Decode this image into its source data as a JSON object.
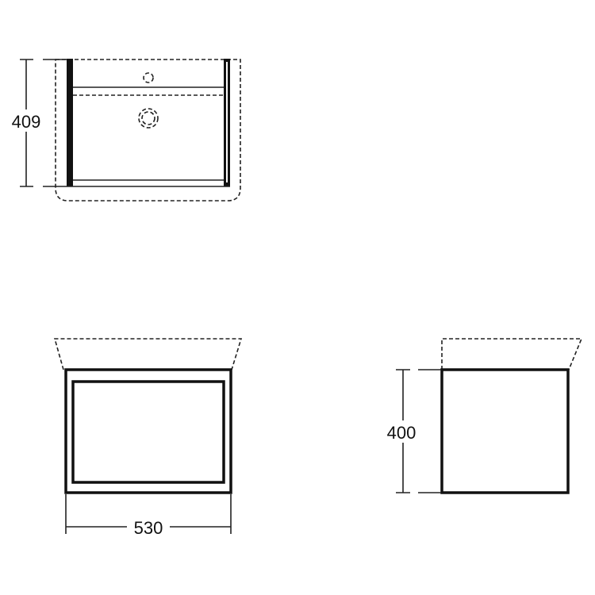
{
  "drawing": {
    "plan_view": {
      "depth_label": "409"
    },
    "front_view": {
      "width_label": "530"
    },
    "side_view": {
      "height_label": "400"
    }
  }
}
